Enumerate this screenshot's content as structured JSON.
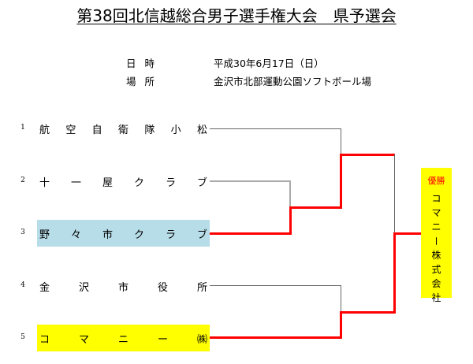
{
  "title": "第38回北信越総合男子選手権大会　県予選会",
  "info": [
    {
      "label": "日時",
      "value": "平成30年6月17日（日）"
    },
    {
      "label": "場所",
      "value": "金沢市北部運動公園ソフトボール場"
    }
  ],
  "teams": [
    {
      "seed": "1",
      "name": "航空自衛隊小松",
      "chars": [
        "航",
        "空",
        "自",
        "衛",
        "隊",
        "小",
        "松"
      ],
      "highlight": null
    },
    {
      "seed": "2",
      "name": "十一屋クラブ",
      "chars": [
        "十",
        "一",
        "屋",
        "ク",
        "ラ",
        "ブ"
      ],
      "highlight": null
    },
    {
      "seed": "3",
      "name": "野々市クラブ",
      "chars": [
        "野",
        "々",
        "市",
        "ク",
        "ラ",
        "ブ"
      ],
      "highlight": "#b7dde8"
    },
    {
      "seed": "4",
      "name": "金沢市役所",
      "chars": [
        "金",
        "沢",
        "市",
        "役",
        "所"
      ],
      "highlight": null
    },
    {
      "seed": "5",
      "name": "コマニー㈱",
      "chars": [
        "コ",
        "マ",
        "ニ",
        "ー",
        "㈱"
      ],
      "highlight": "#ffff00"
    }
  ],
  "winner": {
    "label": "優勝",
    "name": "コマニー株式会社",
    "chars": [
      "コ",
      "マ",
      "ニ",
      "ー",
      "株",
      "式",
      "会",
      "社"
    ]
  },
  "bracket": {
    "winning_line_color": "#ff0000",
    "normal_line_color": "#666666",
    "round1": {
      "match": "十一屋クラブ vs 野々市クラブ",
      "winner": "野々市クラブ"
    },
    "round2a": {
      "match": "航空自衛隊小松 vs 野々市クラブ",
      "winner": "野々市クラブ"
    },
    "round2b": {
      "match": "金沢市役所 vs コマニー㈱",
      "winner": "コマニー㈱"
    },
    "final": {
      "match": "野々市クラブ vs コマニー㈱",
      "winner": "コマニー㈱"
    }
  }
}
